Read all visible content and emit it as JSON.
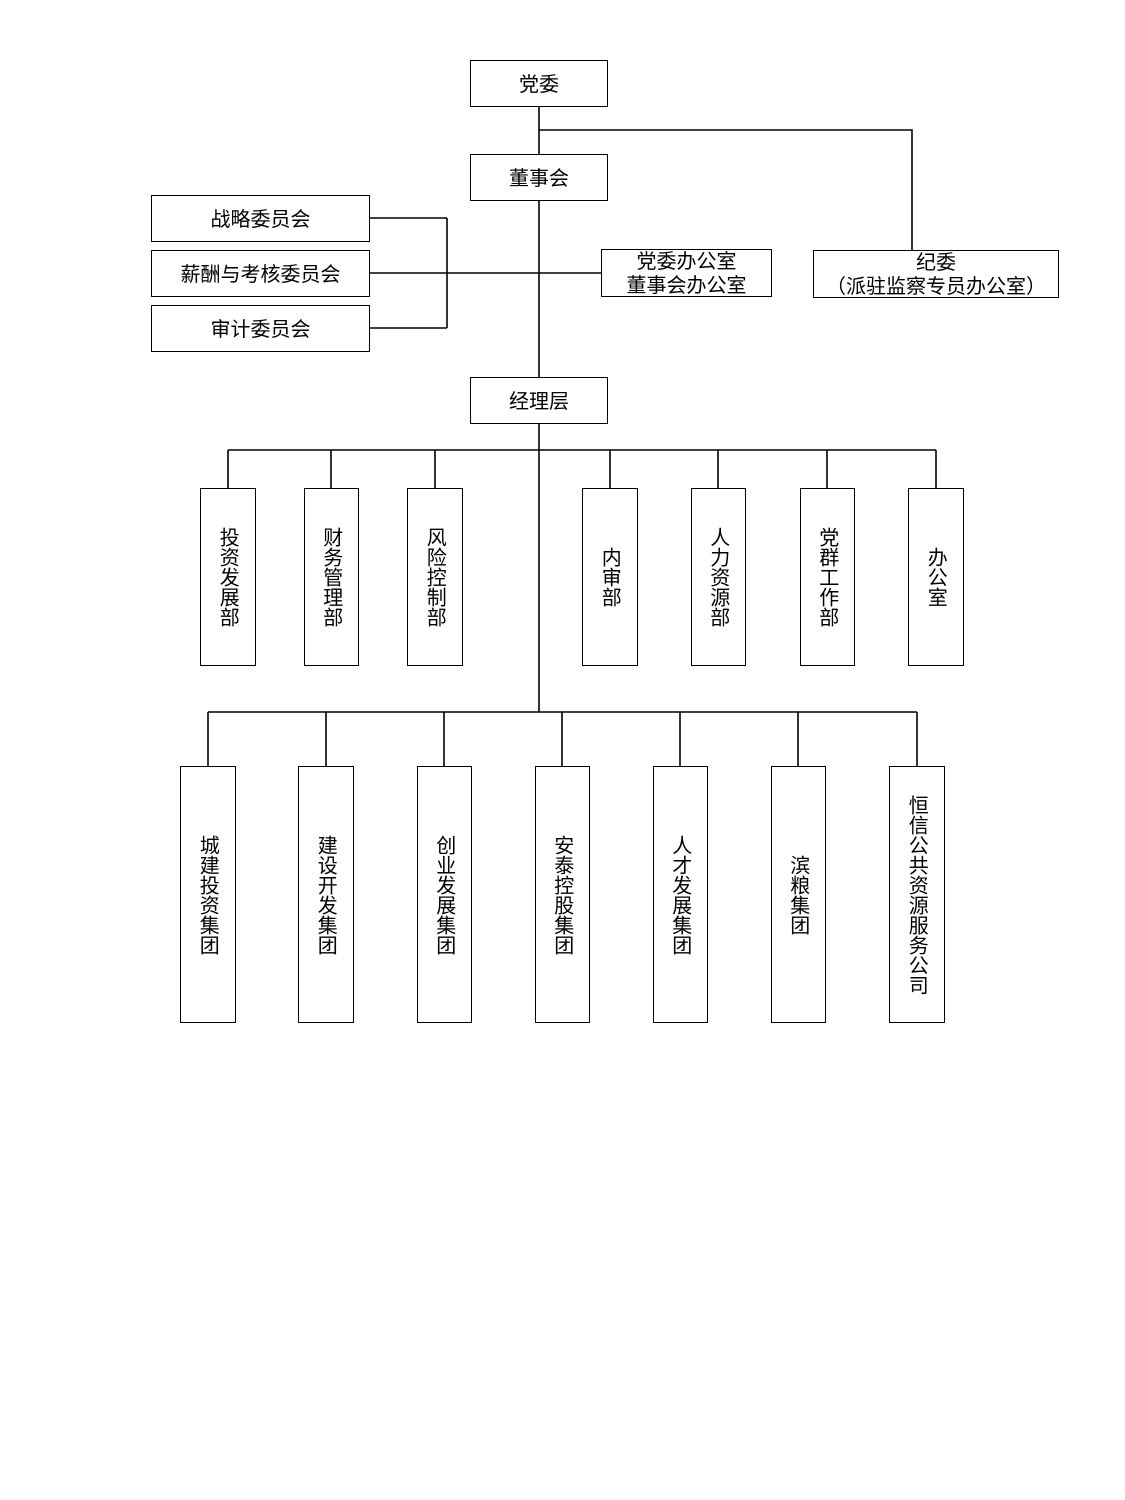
{
  "top": {
    "party_committee": "党委",
    "board": "董事会",
    "management": "经理层"
  },
  "committees": [
    "战略委员会",
    "薪酬与考核委员会",
    "审计委员会"
  ],
  "party_board_office": {
    "line1": "党委办公室",
    "line2": "董事会办公室"
  },
  "discipline": {
    "line1": "纪委",
    "line2": "（派驻监察专员办公室）"
  },
  "departments": [
    "投资发展部",
    "财务管理部",
    "风险控制部",
    "内审部",
    "人力资源部",
    "党群工作部",
    "办公室"
  ],
  "subsidiaries": [
    "城建投资集团",
    "建设开发集团",
    "创业发展集团",
    "安泰控股集团",
    "人才发展集团",
    "滨粮集团",
    "恒信公共资源服务公司"
  ]
}
